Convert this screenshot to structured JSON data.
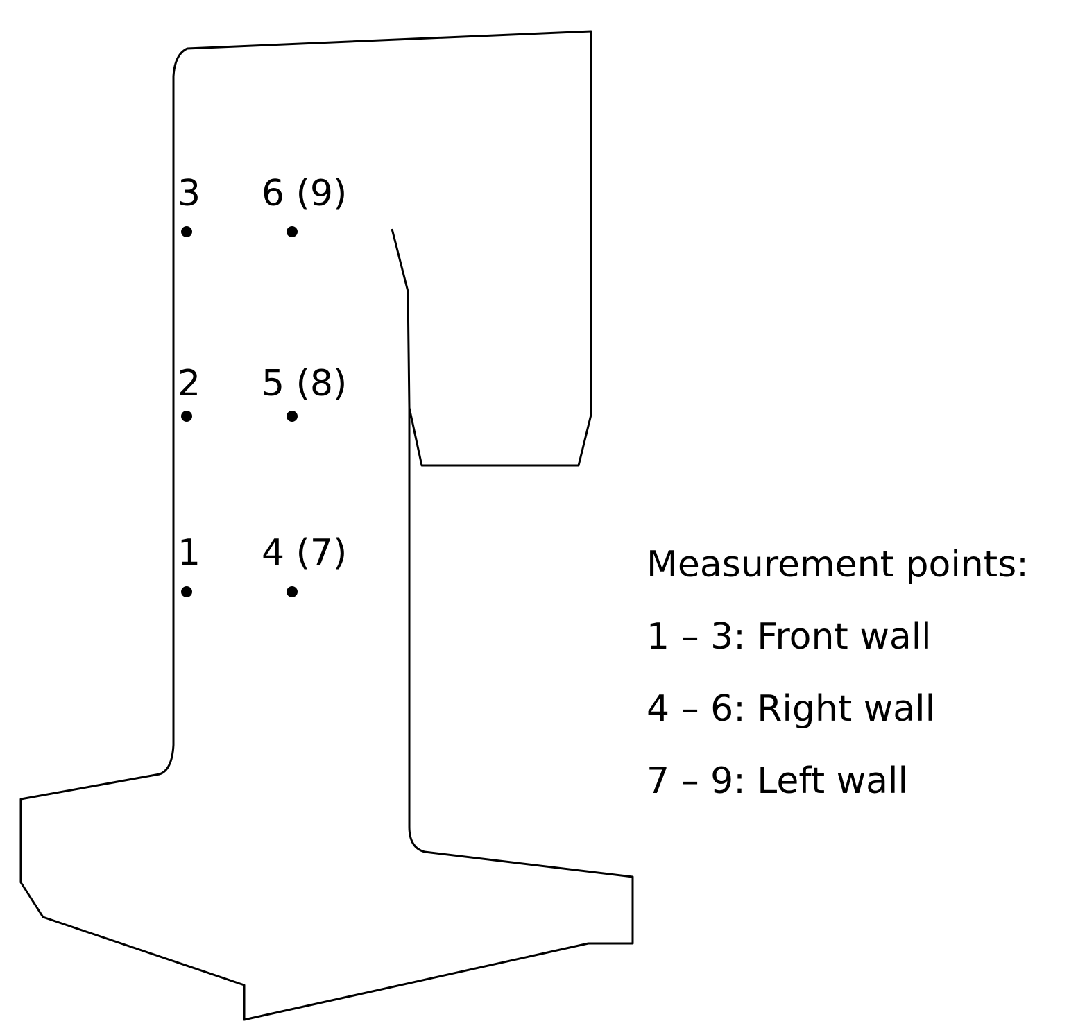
{
  "points": [
    {
      "id": "1",
      "label": "1"
    },
    {
      "id": "2",
      "label": "2"
    },
    {
      "id": "3",
      "label": "3"
    },
    {
      "id": "4",
      "label": "4 (7)"
    },
    {
      "id": "5",
      "label": "5 (8)"
    },
    {
      "id": "6",
      "label": "6 (9)"
    }
  ],
  "legend": {
    "title": "Measurement points:",
    "items": [
      {
        "label": "1 – 3: Front wall"
      },
      {
        "label": "4 – 6: Right wall"
      },
      {
        "label": "7 – 9: Left wall"
      }
    ]
  },
  "colors": {
    "stroke": "#000000",
    "background": "#ffffff"
  }
}
